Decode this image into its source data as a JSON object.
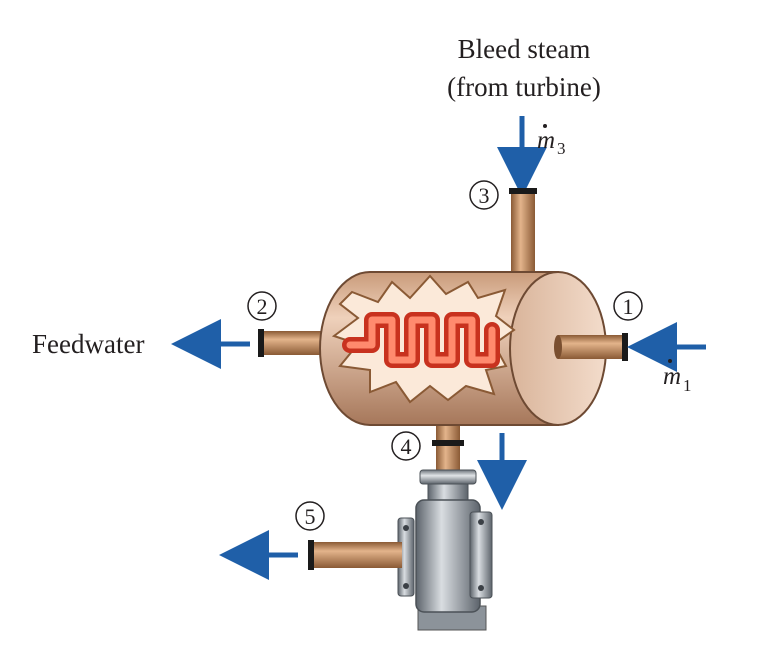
{
  "labels": {
    "bleed_line1": "Bleed steam",
    "bleed_line2": "(from turbine)",
    "feedwater": "Feedwater",
    "m1_symbol": "m",
    "m1_sub": "1",
    "m3_symbol": "m",
    "m3_sub": "3"
  },
  "state_numbers": [
    "1",
    "2",
    "3",
    "4",
    "5"
  ],
  "colors": {
    "arrow": "#1f5fa8",
    "pipe": "#c48a5b",
    "shell": "#d6ab8c",
    "coil": "#e8503a",
    "pump_metal": "#9aa1a8"
  }
}
